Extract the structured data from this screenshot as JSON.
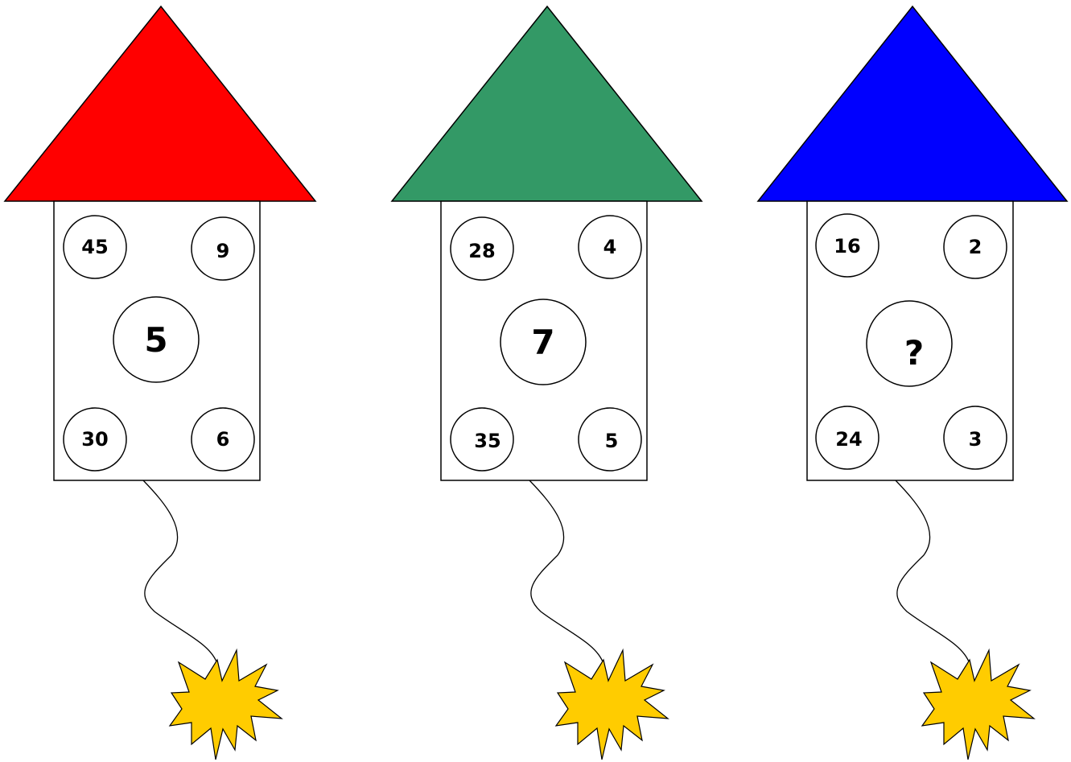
{
  "rockets": [
    {
      "roof_color": "#ff0000",
      "center": "5",
      "top_left": "45",
      "top_right": "9",
      "bottom_left": "30",
      "bottom_right": "6"
    },
    {
      "roof_color": "#339966",
      "center": "7",
      "top_left": "28",
      "top_right": "4",
      "bottom_left": "35",
      "bottom_right": "5"
    },
    {
      "roof_color": "#0000ff",
      "center": "?",
      "top_left": "16",
      "top_right": "2",
      "bottom_left": "24",
      "bottom_right": "3"
    }
  ],
  "spark_color": "#ffcc00",
  "icons": [
    "spark-icon"
  ]
}
